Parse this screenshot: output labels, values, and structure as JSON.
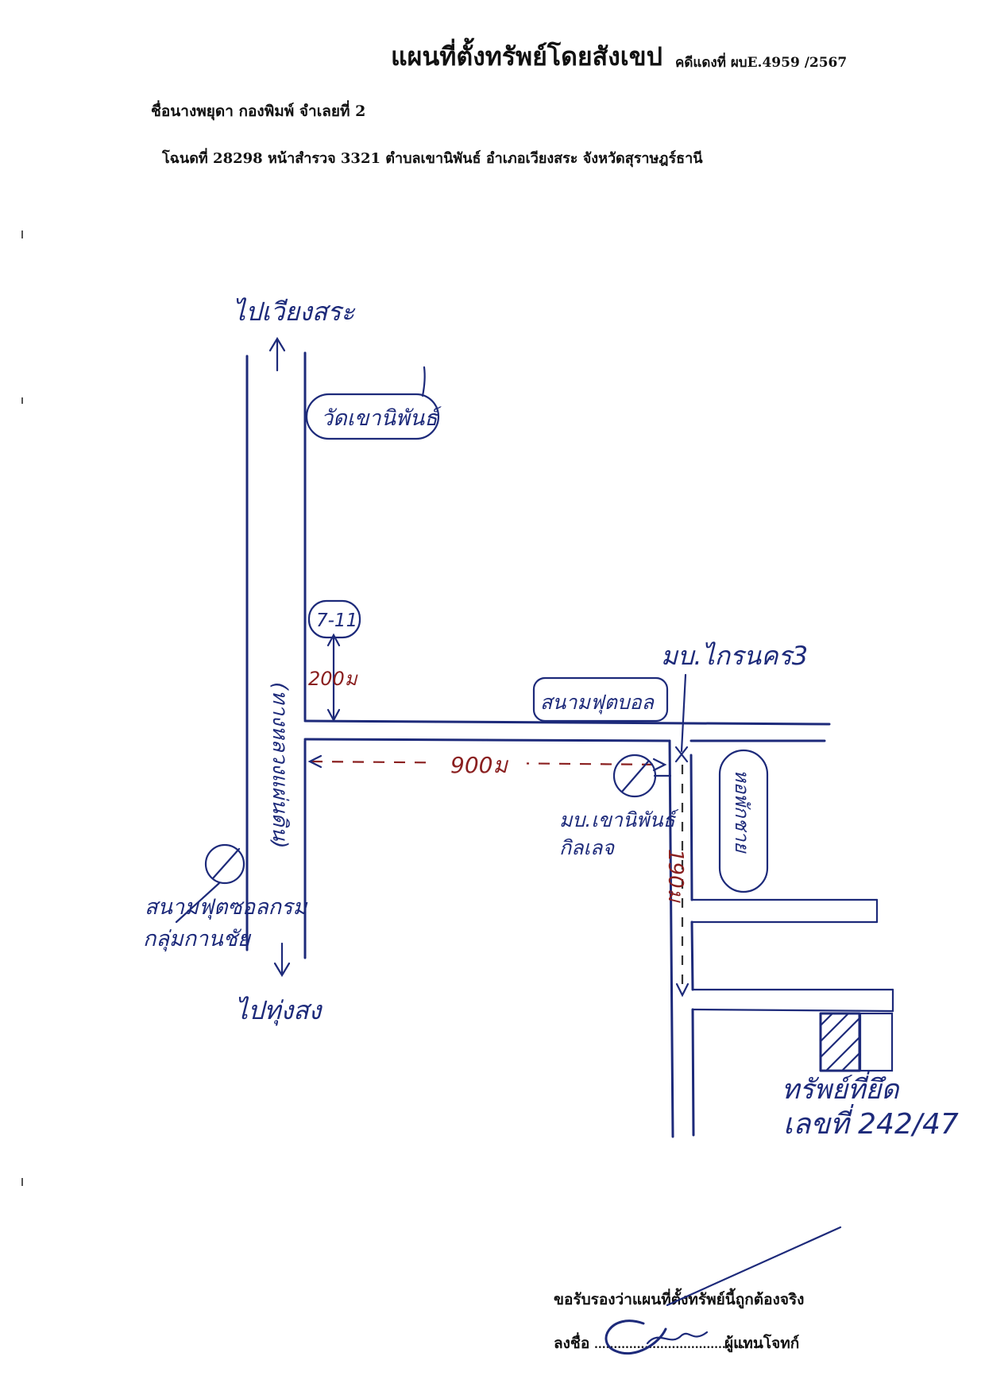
{
  "header": {
    "title": "แผนที่ตั้งทรัพย์โดยสังเขป",
    "case_no": "คดีแดงที่ ผบE.4959 /2567",
    "debtor": "ชื่อนางพยุดา กองพิมพ์ จำเลยที่ 2",
    "deed": "โฉนดที่ 28298 หน้าสำรวจ 3321 ตำบลเขานิพันธ์ อำเภอเวียงสระ จังหวัดสุราษฎร์ธานี"
  },
  "map": {
    "to_north": "ไปเวียงสระ",
    "to_south": "ไปทุ่งสง",
    "highway": "(ทางหลวงแผ่นดิน)",
    "temple": "วัดเขานิพันธ์",
    "store": "7-11",
    "dist_store": "200ม",
    "field": "สนามฟุตบอล",
    "village_top": "มบ.ไกรนคร3",
    "dist_side_road": "900ม",
    "village_mid": "มบ.เขานิพันธ์ กิลเลจ",
    "dist_lane": "190ม",
    "house_box": "หอพักชาย",
    "school": "สนามฟุตซอลกรม กลุ่มกานชัย",
    "property_label": "ทรัพย์ที่ยึด",
    "property_no": "เลขที่ 242/47"
  },
  "footer": {
    "certify": "ขอรับรองว่าแผนที่ตั้งทรัพย์นี้ถูกต้องจริง",
    "sign_label": "ลงชื่อ",
    "dots": "...........................................",
    "role": "ผู้แทนโจทก์"
  },
  "colors": {
    "ink": "#1d2a7a",
    "red_ink": "#8a1f1f",
    "print": "#111111"
  }
}
